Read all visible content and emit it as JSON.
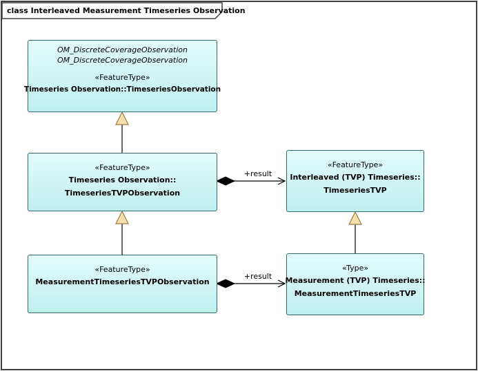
{
  "frame": {
    "title": "class Interleaved Measurement Timeseries Observation"
  },
  "colors": {
    "box_fill": "#CFF2F0",
    "box_border": "#2E6B6B",
    "generalization_arrow_fill": "#F7DFAD",
    "connector_line": "#000000",
    "background": "#FFFFFF"
  },
  "boxes": {
    "timeseries_observation": {
      "parent_italic_1": "OM_DiscreteCoverageObservation",
      "parent_italic_2": "OM_DiscreteCoverageObservation",
      "stereotype": "«FeatureType»",
      "name": "Timeseries Observation::TimeseriesObservation"
    },
    "timeseries_tvp_observation": {
      "stereotype": "«FeatureType»",
      "name_line1": "Timeseries Observation::",
      "name_line2": "TimeseriesTVPObservation"
    },
    "timeseries_tvp": {
      "stereotype": "«FeatureType»",
      "name_line1": "Interleaved (TVP) Timeseries::",
      "name_line2": "TimeseriesTVP"
    },
    "measurement_timeseries_tvp_observation": {
      "stereotype": "«FeatureType»",
      "name": "MeasurementTimeseriesTVPObservation"
    },
    "measurement_timeseries_tvp": {
      "stereotype": "«Type»",
      "name_line1": "Measurement (TVP) Timeseries::",
      "name_line2": "MeasurementTimeseriesTVP"
    }
  },
  "connectors": {
    "result_label_1": "+result",
    "result_label_2": "+result"
  }
}
